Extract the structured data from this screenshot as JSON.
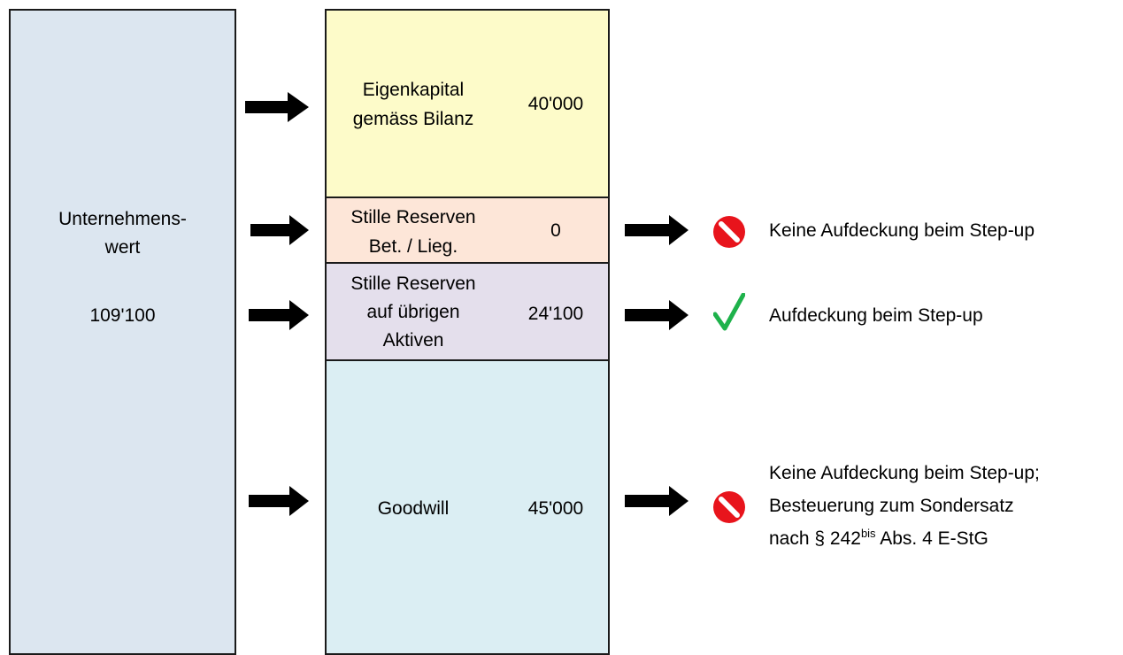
{
  "left": {
    "title_line1": "Unternehmens-",
    "title_line2": "wert",
    "value": "109'100"
  },
  "segments": [
    {
      "label_line1": "Eigenkapital",
      "label_line2": "gemäss Bilanz",
      "value": "40'000",
      "color": "#fdfbc9"
    },
    {
      "label_line1": "Stille Reserven",
      "label_line2": "Bet. / Lieg.",
      "value": "0",
      "color": "#fde6d8"
    },
    {
      "label_line1": "Stille Reserven",
      "label_line2": "auf übrigen",
      "label_line3": "Aktiven",
      "value": "24'100",
      "color": "#e4dfec"
    },
    {
      "label_line1": "Goodwill",
      "value": "45'000",
      "color": "#dbeef3"
    }
  ],
  "notes": {
    "reserves_bet": "Keine Aufdeckung beim Step-up",
    "reserves_other": "Aufdeckung beim Step-up",
    "goodwill_line1": "Keine Aufdeckung beim Step-up;",
    "goodwill_line2": "Besteuerung zum Sondersatz",
    "goodwill_line3_pre": "nach § 242",
    "goodwill_line3_sup": "bis",
    "goodwill_line3_post": " Abs. 4 E-StG"
  },
  "colors": {
    "left_fill": "#dce6f0",
    "prohibited": "#e8141c",
    "check": "#1eb24b"
  },
  "icons": {
    "prohibited": "prohibited-icon",
    "check": "check-icon",
    "arrow": "right-arrow-icon"
  }
}
